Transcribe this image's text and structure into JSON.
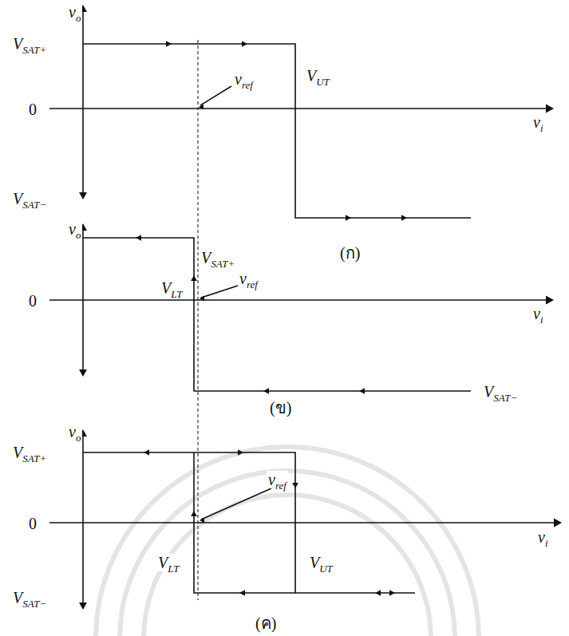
{
  "diagram": {
    "labels": [
      "vo",
      "VSAT+",
      "0",
      "VSAT−",
      "vref",
      "VUT",
      "vi",
      "(ก)",
      "vo",
      "VSAT+",
      "0",
      "VLT",
      "vref",
      "vi",
      "VSAT−",
      "(ข)",
      "vo",
      "VSAT+",
      "0",
      "VSAT−",
      "vref",
      "VLT",
      "VUT",
      "vi",
      "(ค)"
    ]
  }
}
